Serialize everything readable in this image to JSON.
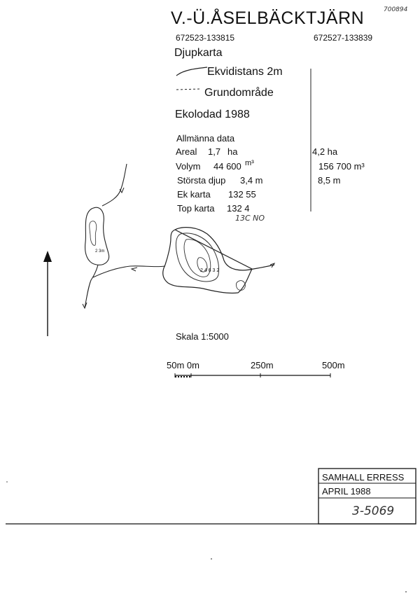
{
  "header": {
    "archive_number": "700894",
    "title": "V.-Ü.ÅSELBÄCKTJÄRN",
    "coord_left": "672523-133815",
    "coord_right": "672527-133839",
    "map_type": "Djupkarta"
  },
  "legend": {
    "contour_label": "Ekvidistans 2m",
    "shallow_label": "Grundområde",
    "survey_label": "Ekolodad 1988"
  },
  "general_data": {
    "heading": "Allmänna data",
    "rows": [
      {
        "label": "Areal",
        "value": "1,7",
        "unit": "ha",
        "right_value": "4,2 ha"
      },
      {
        "label": "Volym",
        "value": "44 600",
        "unit": "m³",
        "right_value": "156 700 m³"
      },
      {
        "label": "Största djup",
        "value": "3,4 m",
        "unit": "",
        "right_value": "8,5 m"
      },
      {
        "label": "Ek karta",
        "value": "132 55",
        "unit": "",
        "right_value": ""
      },
      {
        "label": "Top karta",
        "value": "132 4",
        "unit": "",
        "right_value": ""
      }
    ],
    "handwritten_note": "13C NO"
  },
  "map": {
    "depth_label_small_lake": "2 3m",
    "depth_label_main_lake": "2 4 6 3 2",
    "north_arrow": "north-arrow-icon"
  },
  "scale": {
    "label": "Skala 1:5000",
    "ticks": [
      "50m 0m",
      "250m",
      "500m"
    ]
  },
  "stamp": {
    "line1": "SAMHALL ERRESS",
    "line2": "APRIL 1988",
    "number": "3-5069"
  }
}
